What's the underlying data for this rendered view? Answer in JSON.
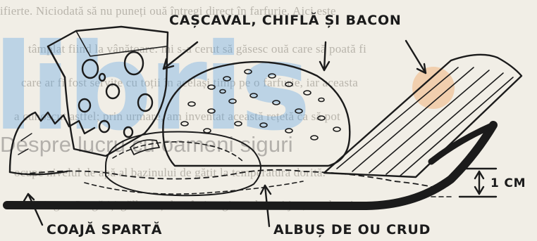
{
  "background_text": [
    "ifierte. Niciodată să nu puneți ouă întregi direct în farfurie. Aici este",
    "tâmplat fiind la vânătoare: mi s-a cerut să găsesc ouă care să poată fi",
    "care ar fi fost servite cu toții în același timp pe o farfurie, iar aceasta",
    "a cunoscut astfel; prin urmare, am inventat această rețetă ca să pot",
    "Despre lucru cu oameni siguri",
    "ocupe nivelul de apă al bazinului de gătit la temperatura dorită.",
    "unul singur. Pregătiți gălbenușul ca în imaginea de mai jos; e cel mai"
  ],
  "watermark": {
    "text": "libris",
    "color": "#5aa0e1"
  },
  "labels": {
    "top": "CAȘCAVAL, CHIFLĂ ȘI BACON",
    "thickness": "1 CM",
    "shell": "COAJĂ SPARTĂ",
    "egg_white": "ALBUȘ DE OU CRUD"
  }
}
